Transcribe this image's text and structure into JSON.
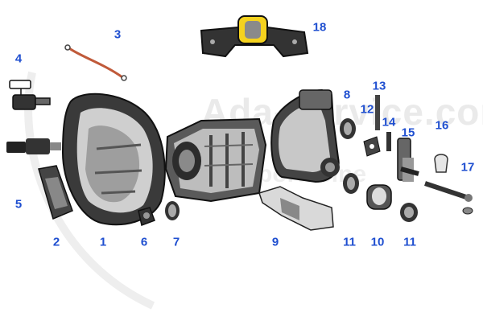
{
  "watermark": {
    "line1": "Ada-Service.com",
    "line2": "Sportscine"
  },
  "colors": {
    "label": "#1f4fd0",
    "line": "#222222",
    "highlight": "#f5d21e"
  },
  "callouts": [
    {
      "id": "1",
      "part": "bellhousing"
    },
    {
      "id": "2",
      "part": "bracket"
    },
    {
      "id": "3",
      "part": "ground-strap"
    },
    {
      "id": "4",
      "part": "switch-bracket"
    },
    {
      "id": "5",
      "part": "sensor"
    },
    {
      "id": "6",
      "part": "grommet"
    },
    {
      "id": "7",
      "part": "seal-left"
    },
    {
      "id": "8",
      "part": "seal-upper"
    },
    {
      "id": "9",
      "part": "support-bracket"
    },
    {
      "id": "10",
      "part": "bushing"
    },
    {
      "id": "11",
      "part": "seal-pair"
    },
    {
      "id": "12",
      "part": "gasket"
    },
    {
      "id": "13",
      "part": "spring"
    },
    {
      "id": "14",
      "part": "pin"
    },
    {
      "id": "15",
      "part": "shaft-assembly"
    },
    {
      "id": "16",
      "part": "cap"
    },
    {
      "id": "17",
      "part": "washer"
    },
    {
      "id": "18",
      "part": "transmission-mount"
    }
  ]
}
